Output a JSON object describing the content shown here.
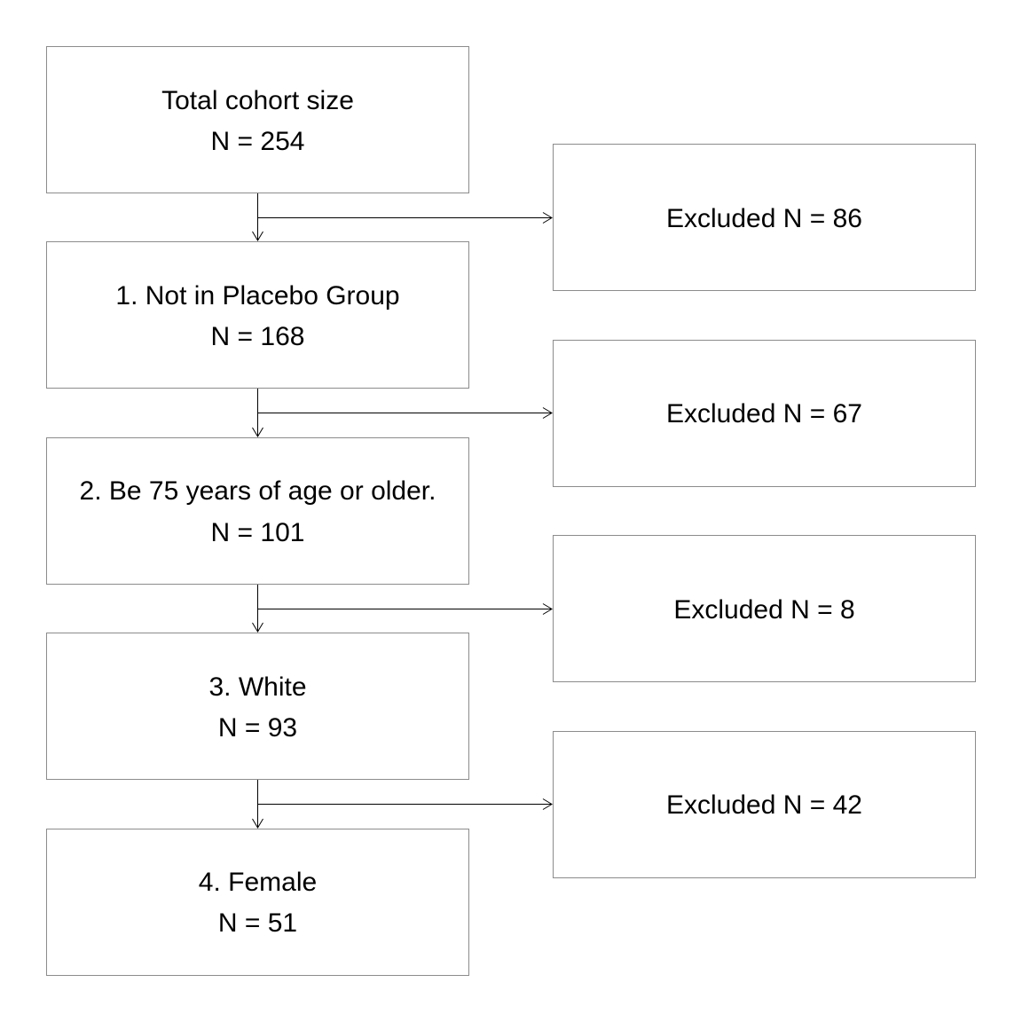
{
  "flowchart": {
    "steps": [
      {
        "label": "Total cohort size",
        "count": "N = 254"
      },
      {
        "label": "1. Not in Placebo Group",
        "count": "N = 168"
      },
      {
        "label": "2. Be 75 years of age or older.",
        "count": "N = 101"
      },
      {
        "label": "3. White",
        "count": "N = 93"
      },
      {
        "label": "4. Female",
        "count": "N = 51"
      }
    ],
    "exclusions": [
      {
        "label": "Excluded N = 86"
      },
      {
        "label": "Excluded N = 67"
      },
      {
        "label": "Excluded N = 8"
      },
      {
        "label": "Excluded N = 42"
      }
    ]
  }
}
